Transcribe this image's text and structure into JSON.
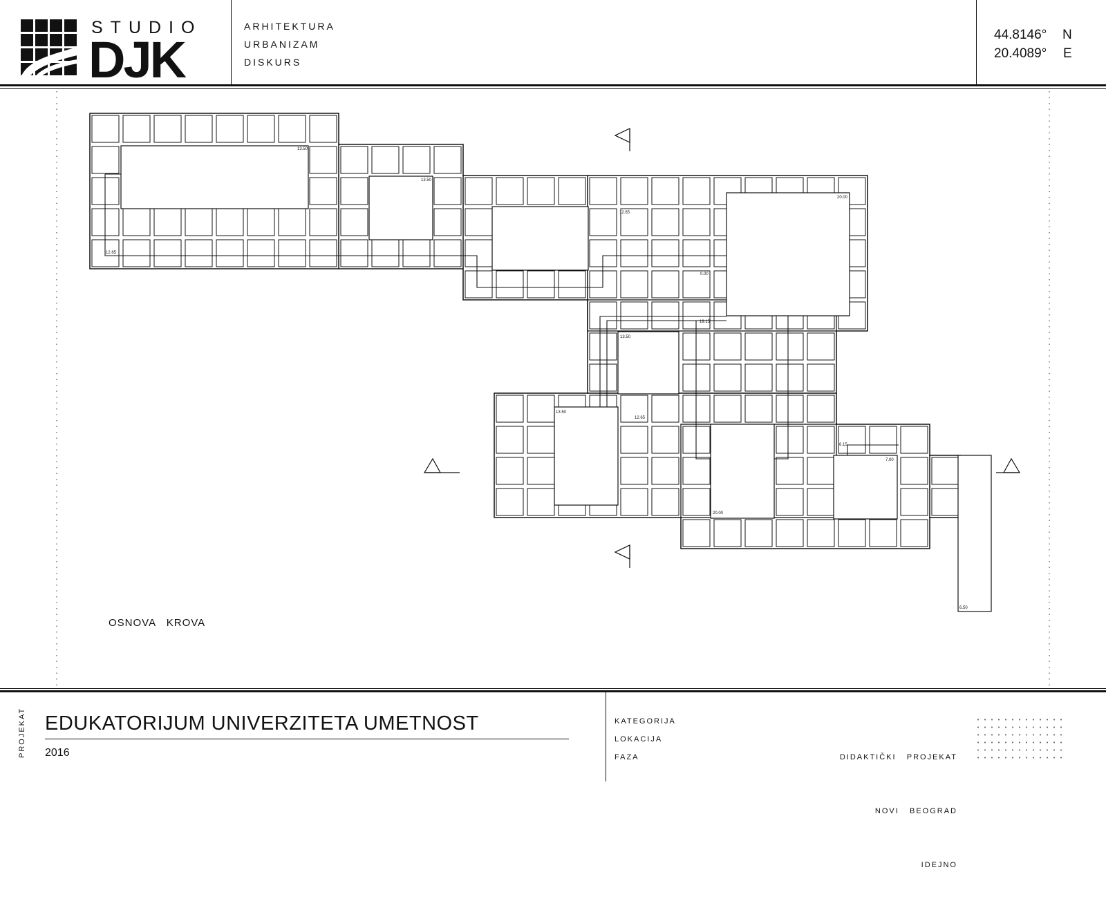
{
  "logo": {
    "studio": "STUDIO",
    "brand": "DJK"
  },
  "header": {
    "disciplines": [
      "ARHITEKTURA",
      "URBANIZAM",
      "DISKURS"
    ],
    "coordinates": [
      {
        "value": "44.8146°",
        "dir": "N"
      },
      {
        "value": "20.4089°",
        "dir": "E"
      }
    ]
  },
  "drawing": {
    "label": "OSNOVA   KROVA",
    "levels": [
      "13.50",
      "13.50",
      "12.65",
      "20.00",
      "12.65",
      "0.00",
      "19.15",
      "13.50",
      "13.50",
      "12.65",
      "6.15",
      "7.00",
      "20.00",
      "6.50"
    ]
  },
  "footer": {
    "section": "PROJEKAT",
    "project_title": "EDUKATORIJUM UNIVERZITETA UMETNOST",
    "year": "2016",
    "fields": [
      {
        "label": "KATEGORIJA",
        "value": "DIDAKTIČKI   PROJEKAT"
      },
      {
        "label": "LOKACIJA",
        "value": "NOVI   BEOGRAD"
      },
      {
        "label": "FAZA",
        "value": "IDEJNO"
      }
    ]
  }
}
